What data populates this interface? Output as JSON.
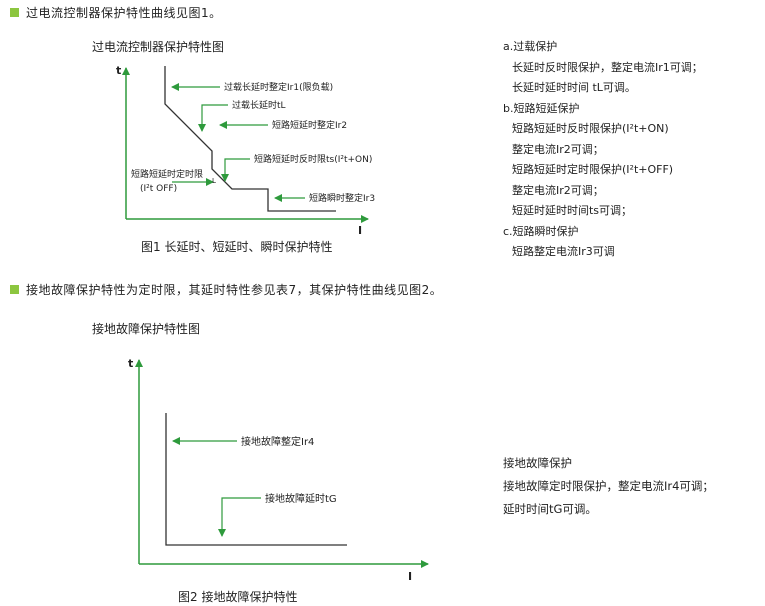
{
  "section1": {
    "heading": "过电流控制器保护特性曲线见图1。",
    "diagram_title": "过电流控制器保护特性图",
    "axis_t": "t",
    "axis_i": "I",
    "labels": {
      "overload_current": "过载长延时整定Ir1(限负载)",
      "overload_time": "过载长延时tL",
      "short_current": "短路短延时整定Ir2",
      "short_inverse": "短路短延时反时限ts(I²t+ON)",
      "short_definite_line1": "短路短延时定时限",
      "short_definite_line2": "(I²t OFF)",
      "instant": "短路瞬时整定Ir3",
      "small_mark": "L"
    },
    "caption": "图1 长延时、短延时、瞬时保护特性",
    "notes": [
      "a.过载保护",
      "长延时反时限保护，整定电流Ir1可调；",
      "长延时延时时间 tL可调。",
      "b.短路短延保护",
      "短路短延时反时限保护(I²t+ON)",
      "整定电流Ir2可调；",
      "短路短延时定时限保护(I²t+OFF)",
      "整定电流Ir2可调；",
      "短延时延时时间ts可调；",
      "c.短路瞬时保护",
      "短路整定电流Ir3可调"
    ]
  },
  "section2": {
    "heading": "接地故障保护特性为定时限，其延时特性参见表7，其保护特性曲线见图2。",
    "diagram_title": "接地故障保护特性图",
    "axis_t": "t",
    "axis_i": "I",
    "labels": {
      "current": "接地故障整定Ir4",
      "time": "接地故障延时tG"
    },
    "caption": "图2 接地故障保护特性",
    "notes": [
      "接地故障保护",
      "接地故障定时限保护，整定电流Ir4可调；",
      "延时时间tG可调。"
    ]
  },
  "colors": {
    "bullet": "#8cc63f",
    "arrow": "#2e9a3c",
    "curve": "#333333"
  }
}
